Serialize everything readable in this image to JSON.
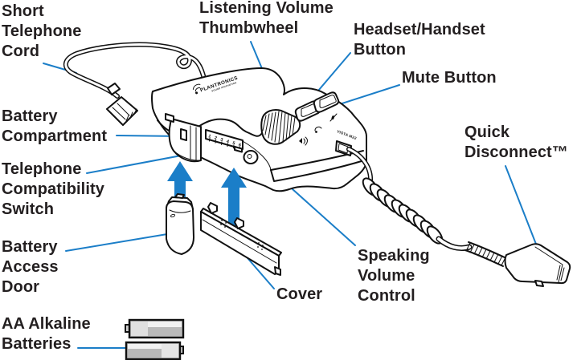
{
  "colors": {
    "leader_line": "#1b7ec8",
    "up_arrow": "#1b7ec8",
    "label_text": "#231f20",
    "line_art": "#111111"
  },
  "device": {
    "brand": "PLANTRONICS",
    "tagline": "SOUND INNOVATION",
    "model": "VISTA M22",
    "switch_positions": [
      "1",
      "2",
      "3",
      "4",
      "5",
      "6"
    ]
  },
  "labels": {
    "short_telephone_cord": [
      "Short",
      "Telephone",
      "Cord"
    ],
    "listening_volume_thumbwheel": [
      "Listening Volume",
      "Thumbwheel"
    ],
    "headset_handset_button": [
      "Headset/Handset",
      "Button"
    ],
    "mute_button": [
      "Mute Button"
    ],
    "battery_compartment": [
      "Battery",
      "Compartment"
    ],
    "telephone_compatibility_switch": [
      "Telephone",
      "Compatibility",
      "Switch"
    ],
    "battery_access_door": [
      "Battery",
      "Access",
      "Door"
    ],
    "aa_alkaline_batteries": [
      "AA Alkaline",
      "Batteries"
    ],
    "cover": [
      "Cover"
    ],
    "speaking_volume_control": [
      "Speaking",
      "Volume",
      "Control"
    ],
    "quick_disconnect": [
      "Quick",
      "Disconnect™"
    ]
  }
}
